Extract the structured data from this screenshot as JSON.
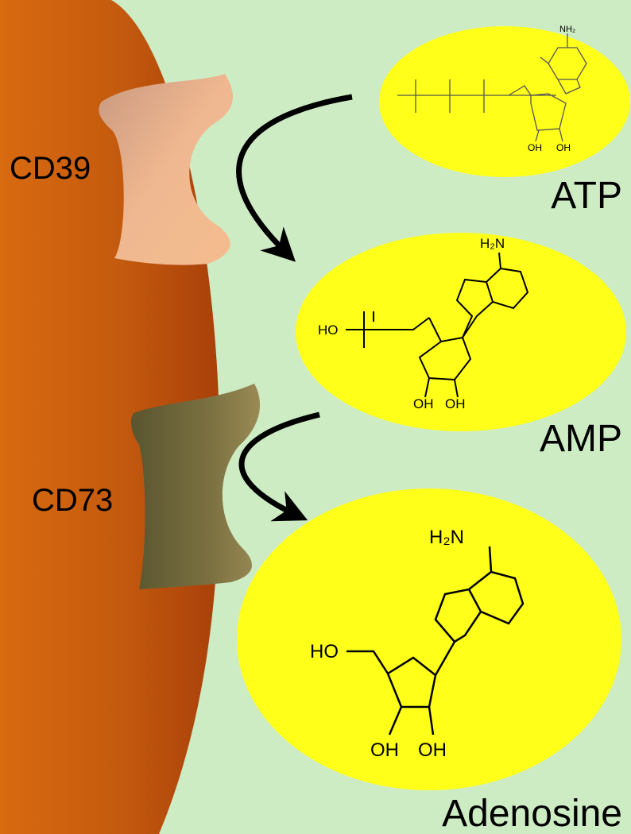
{
  "colors": {
    "background": "#cdecc4",
    "cell": "#c85a10",
    "cd39": "#f0b890",
    "cd73": "#7a7040",
    "molecule_bubble": "#ffff1a"
  },
  "enzymes": {
    "cd39": "CD39",
    "cd73": "CD73"
  },
  "molecules": {
    "atp": "ATP",
    "amp": "AMP",
    "adenosine": "Adenosine"
  },
  "atoms": {
    "nh2_atp": "NH₂",
    "oh1_atp": "OH",
    "oh2_atp": "OH",
    "h2n_amp": "H₂N",
    "ho_amp": "HO",
    "oh1_amp": "OH",
    "oh2_amp": "OH",
    "h2n_ado": "H₂N",
    "ho_ado": "HO",
    "oh1_ado": "OH",
    "oh2_ado": "OH"
  }
}
